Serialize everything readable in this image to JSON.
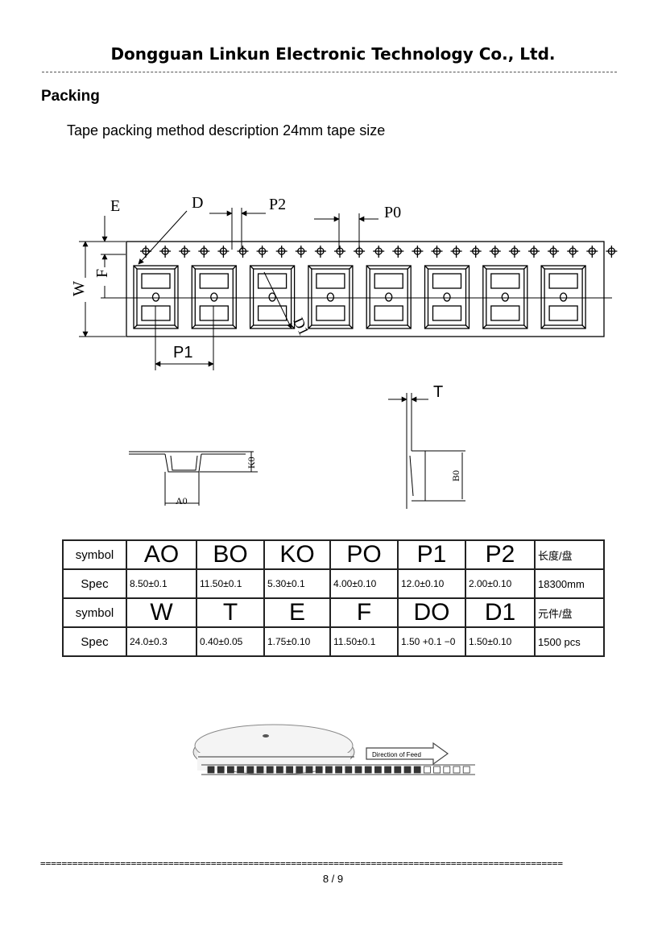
{
  "header": {
    "company": "Dongguan Linkun Electronic Technology Co., Ltd."
  },
  "section": {
    "title": "Packing",
    "description": "Tape packing method description 24mm tape size"
  },
  "diagram": {
    "labels": {
      "E": "E",
      "D": "D",
      "P2": "P2",
      "P0": "P0",
      "W": "W",
      "F": "F",
      "D1": "D1",
      "P1": "P1",
      "T": "T",
      "K0": "K0",
      "A0": "A0",
      "B0": "B0"
    },
    "reel_arrow": "Direction of Feed"
  },
  "table": {
    "rows": [
      [
        "symbol",
        "AO",
        "BO",
        "KO",
        "PO",
        "P1",
        "P2",
        "长度/盘"
      ],
      [
        "Spec",
        "8.50±0.1",
        "11.50±0.1",
        "5.30±0.1",
        "4.00±0.10",
        "12.0±0.10",
        "2.00±0.10",
        "18300mm"
      ],
      [
        "symbol",
        "W",
        "T",
        "E",
        "F",
        "DO",
        "D1",
        "元件/盘"
      ],
      [
        "Spec",
        "24.0±0.3",
        "0.40±0.05",
        "1.75±0.10",
        "11.50±0.1",
        "1.50 +0.1 −0",
        "1.50±0.10",
        "1500 pcs"
      ]
    ]
  },
  "footer": {
    "separator": "==================================================================================================",
    "page": "8 / 9"
  }
}
